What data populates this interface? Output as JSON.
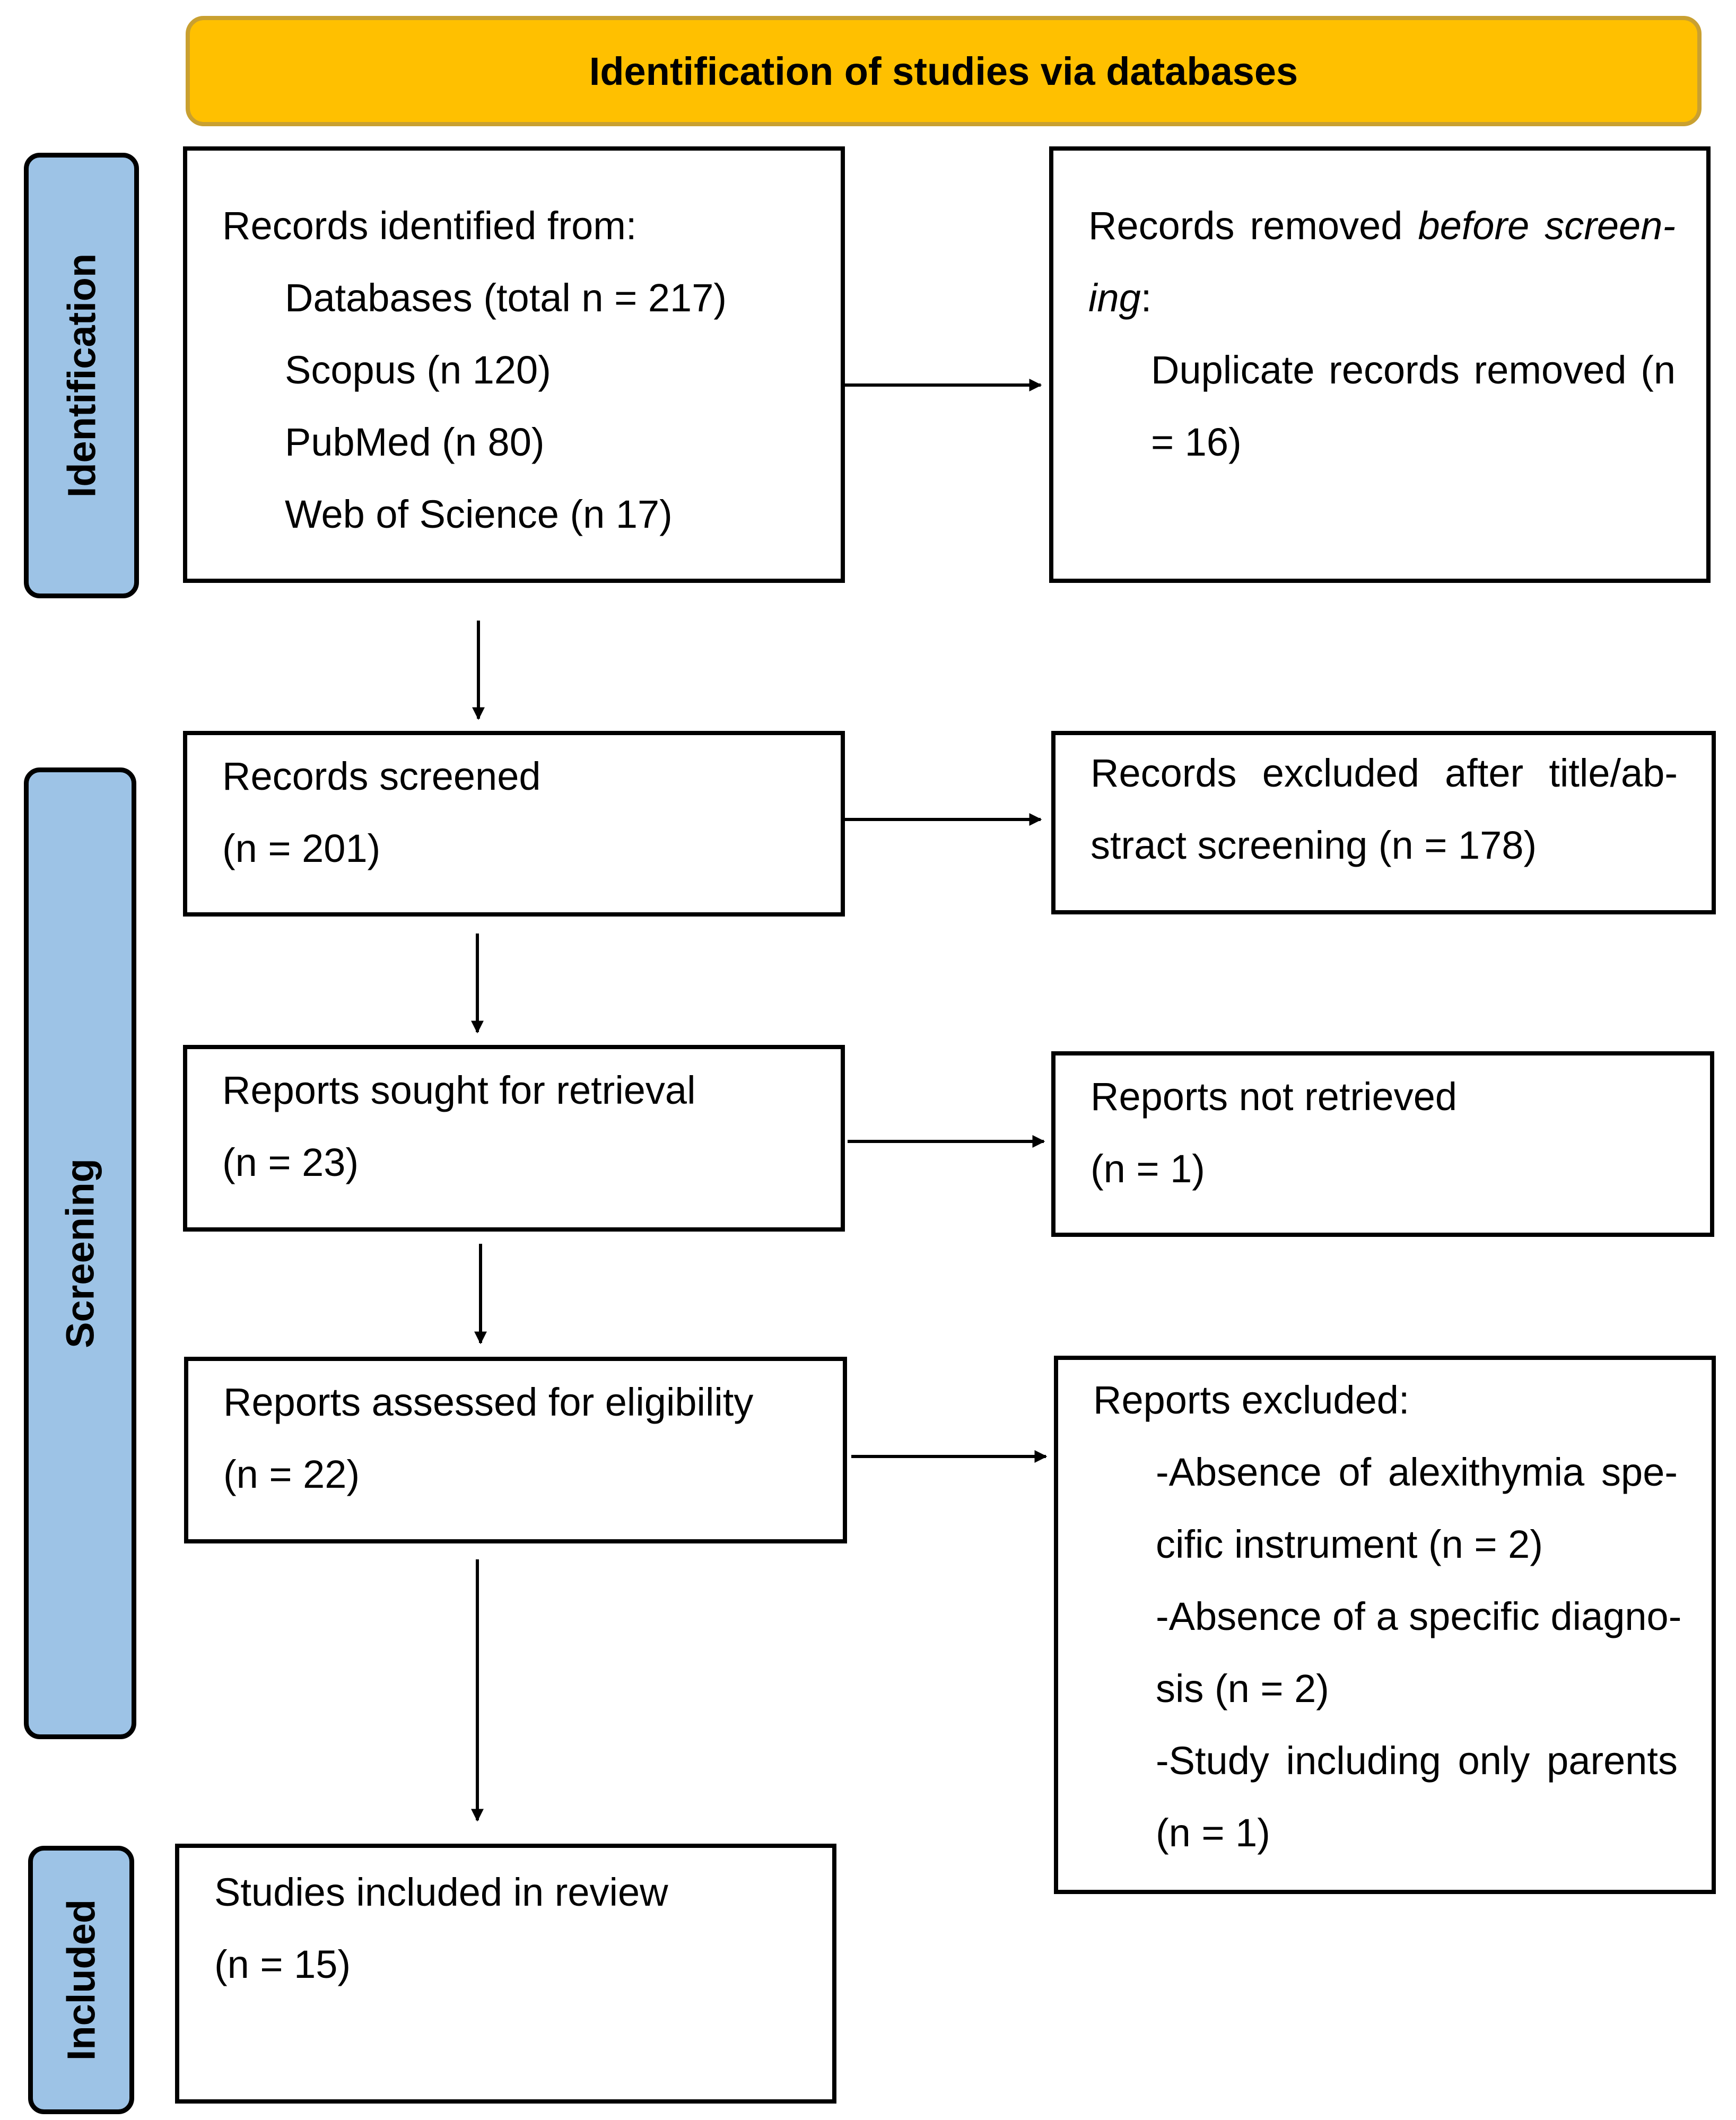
{
  "header": {
    "title": "Identification of studies via databases"
  },
  "phases": {
    "identification": "Identification",
    "screening": "Screening",
    "included": "Included"
  },
  "identified": {
    "heading": "Records identified from:",
    "databases": "Databases (total n = 217)",
    "scopus": "Scopus (n 120)",
    "pubmed": "PubMed (n 80)",
    "wos": "Web of Science (n 17)"
  },
  "removed": {
    "line1_prefix": "Records removed ",
    "line1_italic": "before screen-",
    "line2_italic": "ing",
    "line2_suffix": ":",
    "line3": "Duplicate records removed (n",
    "line4": "= 16)"
  },
  "screened": {
    "label": "Records screened",
    "count": "(n = 201)"
  },
  "excluded_title": {
    "line1": "Records excluded after title/ab-",
    "line2": "stract screening (n = 178)"
  },
  "sought": {
    "label": "Reports sought for retrieval",
    "count": "(n = 23)"
  },
  "not_retrieved": {
    "label": "Reports not retrieved",
    "count": "(n = 1)"
  },
  "assessed": {
    "label": "Reports assessed for eligibility",
    "count": "(n = 22)"
  },
  "reports_excluded": {
    "heading": "Reports excluded:",
    "r1a": "-Absence of alexithymia spe-",
    "r1b": "cific instrument (n = 2)",
    "r2a": "-Absence of a specific diagno-",
    "r2b": "sis (n = 2)",
    "r3a": "-Study including only parents",
    "r3b": "(n = 1)"
  },
  "included": {
    "label": "Studies included in review",
    "count": "(n = 15)"
  }
}
